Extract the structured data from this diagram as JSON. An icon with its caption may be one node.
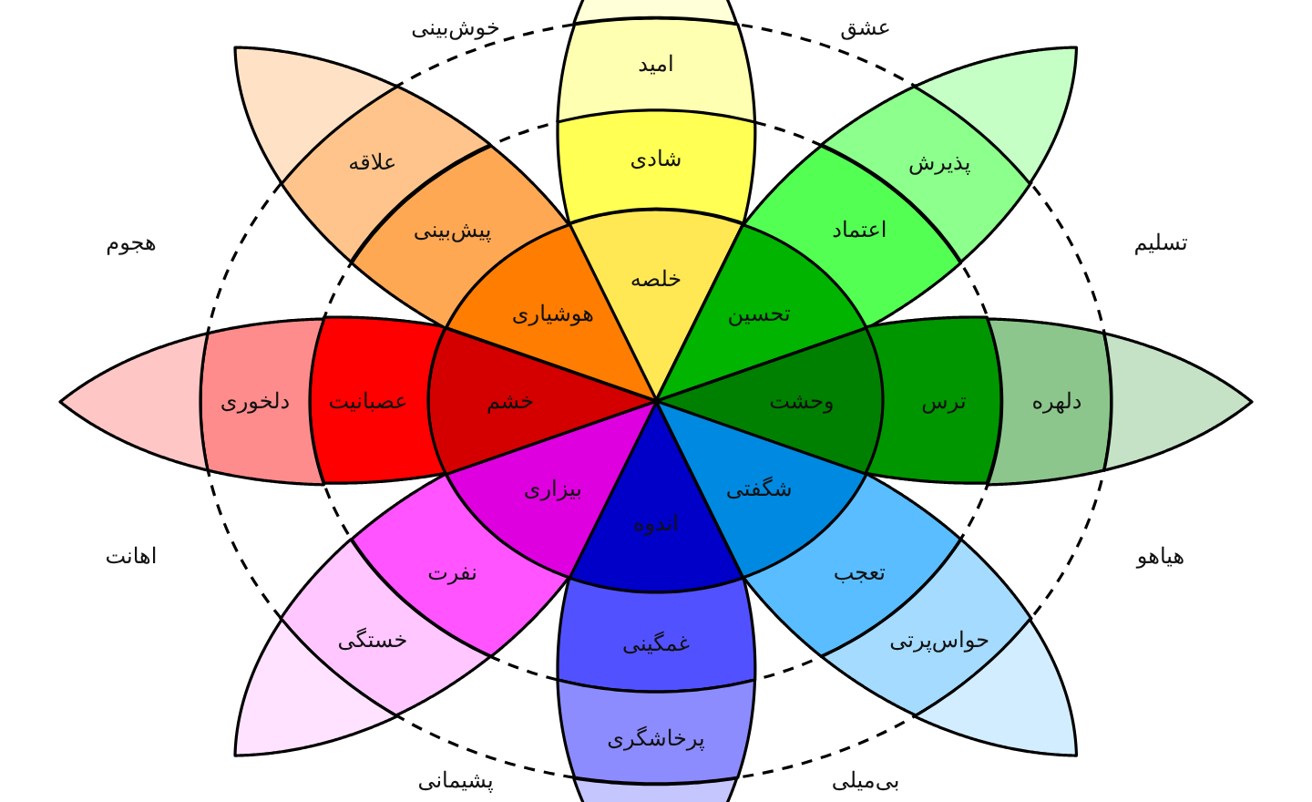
{
  "diagram": {
    "nodes": [
      {
        "text": [
          "خلصه"
        ]
      },
      {
        "text": [
          "شادی"
        ]
      },
      {
        "text": [
          "امید"
        ]
      },
      {
        "text": [
          "تحسین"
        ]
      },
      {
        "text": [
          "اعتماد"
        ]
      },
      {
        "text": [
          "پذیرش"
        ]
      },
      {
        "text": [
          "وحشت"
        ]
      },
      {
        "text": [
          "ترس"
        ]
      },
      {
        "text": [
          "دلهره"
        ]
      },
      {
        "text": [
          "شگفتی"
        ]
      },
      {
        "text": [
          "تعجب"
        ]
      },
      {
        "text": [
          "حواس‌پرتی"
        ]
      },
      {
        "text": [
          "اندوه"
        ]
      },
      {
        "text": [
          "غمگینی"
        ]
      },
      {
        "text": [
          "پرخاشگری"
        ]
      },
      {
        "text": [
          "بیزاری"
        ]
      },
      {
        "text": [
          "نفرت"
        ]
      },
      {
        "text": [
          "خستگی"
        ]
      },
      {
        "text": [
          "خشم"
        ]
      },
      {
        "text": [
          "عصبانیت"
        ]
      },
      {
        "text": [
          "دلخوری"
        ]
      },
      {
        "text": [
          "هوشیاری"
        ]
      },
      {
        "text": [
          "پیش‌بینی"
        ]
      },
      {
        "text": [
          "علاقه"
        ]
      },
      {
        "text": [],
        "shape": "leaf"
      },
      {
        "text": [],
        "shape": "leaf"
      },
      {
        "text": [],
        "shape": "leaf"
      },
      {
        "text": [],
        "shape": "leaf"
      },
      {
        "text": [],
        "shape": "leaf"
      },
      {
        "text": [],
        "shape": "leaf"
      },
      {
        "text": [],
        "shape": "leaf"
      },
      {
        "text": [],
        "shape": "leaf"
      }
    ],
    "labels": [
      "خوش‌بینی",
      "عشق",
      "تسلیم",
      "هیاهو",
      "بی‌میلی",
      "پشیمانی",
      "اهانت",
      "هجوم"
    ]
  }
}
